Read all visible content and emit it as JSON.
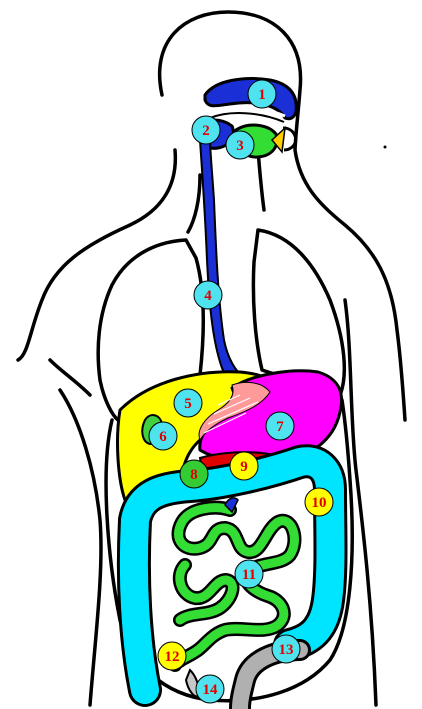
{
  "colors": {
    "esophagus": "#1a2fd6",
    "liver": "#ffff00",
    "stomach": "#ff00ff",
    "gallbladder": "#40d040",
    "pancreas": "#e00000",
    "large_intestine": "#00e5ff",
    "small_intestine": "#33dd33",
    "rectum": "#b0b0b0",
    "appendix": "#c8c8c8",
    "pink_hatch": "#ff9a9a",
    "marker_cyan": "#4fe3f0",
    "marker_yellow": "#ffff00",
    "marker_green": "#33cc33",
    "label_red": "#e00000"
  },
  "markers": [
    {
      "label": "1",
      "fill": "cyan"
    },
    {
      "label": "2",
      "fill": "cyan"
    },
    {
      "label": "3",
      "fill": "cyan"
    },
    {
      "label": "4",
      "fill": "cyan"
    },
    {
      "label": "5",
      "fill": "cyan"
    },
    {
      "label": "6",
      "fill": "cyan"
    },
    {
      "label": "7",
      "fill": "cyan"
    },
    {
      "label": "8",
      "fill": "green"
    },
    {
      "label": "9",
      "fill": "yellow"
    },
    {
      "label": "10",
      "fill": "yellow"
    },
    {
      "label": "11",
      "fill": "cyan"
    },
    {
      "label": "12",
      "fill": "yellow"
    },
    {
      "label": "13",
      "fill": "cyan"
    },
    {
      "label": "14",
      "fill": "cyan"
    }
  ]
}
